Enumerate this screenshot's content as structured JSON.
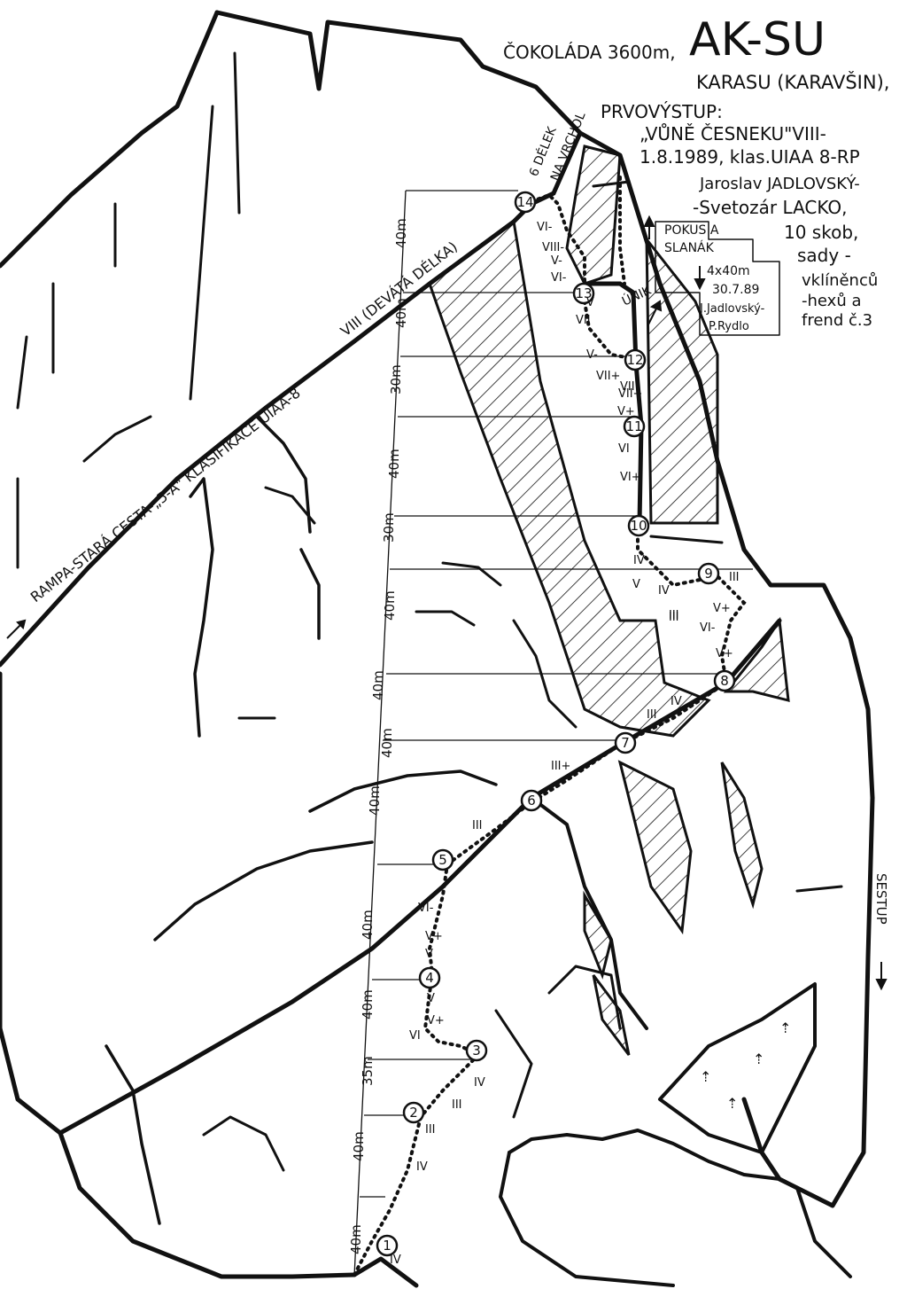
{
  "header": {
    "peak_name": "ČOKOLÁDA 3600m,",
    "title": "AK-SU",
    "location": "KARASU (KARAVŠIN),",
    "ascent_label": "PRVOVÝSTUP:",
    "route_name": "„VŮNĚ ČESNEKU\"VIII-",
    "date_grade": "1.8.1989, klas.UIAA 8-RP",
    "first_climber": "Jaroslav JADLOVSKÝ-",
    "second_climber": "-Svetozár LACKO,",
    "gear_lines": [
      "10 skob,",
      "sady -",
      "vklíněnců",
      "-hexů a",
      "frend č.3"
    ]
  },
  "attempt_box": {
    "title_lines": [
      "POKUS A",
      "SLANÁK"
    ],
    "rappel": "4x40m",
    "date": "30.7.89",
    "climbers": [
      "J.Jadlovský-",
      "P.Rydlo"
    ]
  },
  "labels": {
    "to_summit": [
      "6 DÉLEK",
      "NA VRCHOL"
    ],
    "ninth_pitch": "VIII (DEVÁTÁ DÉLKA)",
    "ramp": "RAMPA-STARÁ CESTA-„5-A\" KLASIFIKACE UIAA-8",
    "escape": "ÚNIK",
    "descent": "SESTUP"
  },
  "belays": [
    "1",
    "2",
    "3",
    "4",
    "5",
    "6",
    "7",
    "8",
    "9",
    "10",
    "11",
    "12",
    "13",
    "14"
  ],
  "pitch_lengths": [
    "40m",
    "40m",
    "35m",
    "40m",
    "40m",
    "40m",
    "40m",
    "40m",
    "40m",
    "30m",
    "40m",
    "30m",
    "40m",
    "40m"
  ],
  "grades": [
    "IV",
    "IV",
    "III",
    "III",
    "IV",
    "VI",
    "V+",
    "V",
    "V+",
    "V",
    "VI-",
    "III",
    "III+",
    "III",
    "IV",
    "III",
    "V+",
    "VI-",
    "V+",
    "III",
    "III",
    "IV",
    "V",
    "VII",
    "VI+",
    "VI",
    "V+",
    "VII+",
    "V",
    "VII",
    "V-",
    "VI-",
    "VIII-",
    "VI-",
    "V-",
    "VII+",
    "IV"
  ]
}
